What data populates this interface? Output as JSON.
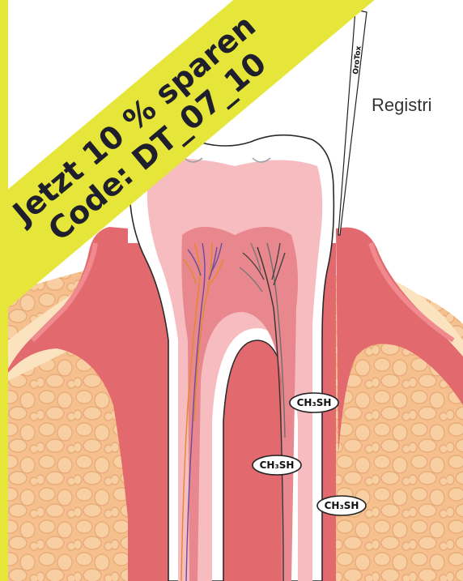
{
  "promo": {
    "line1": "Jetzt 10 % sparen",
    "line2": "Code: DT_07_10"
  },
  "side_text": "Registri",
  "probe": {
    "brand": "OroTox"
  },
  "labels": {
    "badge1": "CH₃SH",
    "badge2": "CH₃SH",
    "badge3": "CH₃SH"
  },
  "colors": {
    "banner": "#e6e63a",
    "bone": "#f5c08e",
    "gum": "#e26a6e",
    "enamel": "#ffffff",
    "pulp": "#e8888e",
    "dentin": "#f6bcc0"
  }
}
